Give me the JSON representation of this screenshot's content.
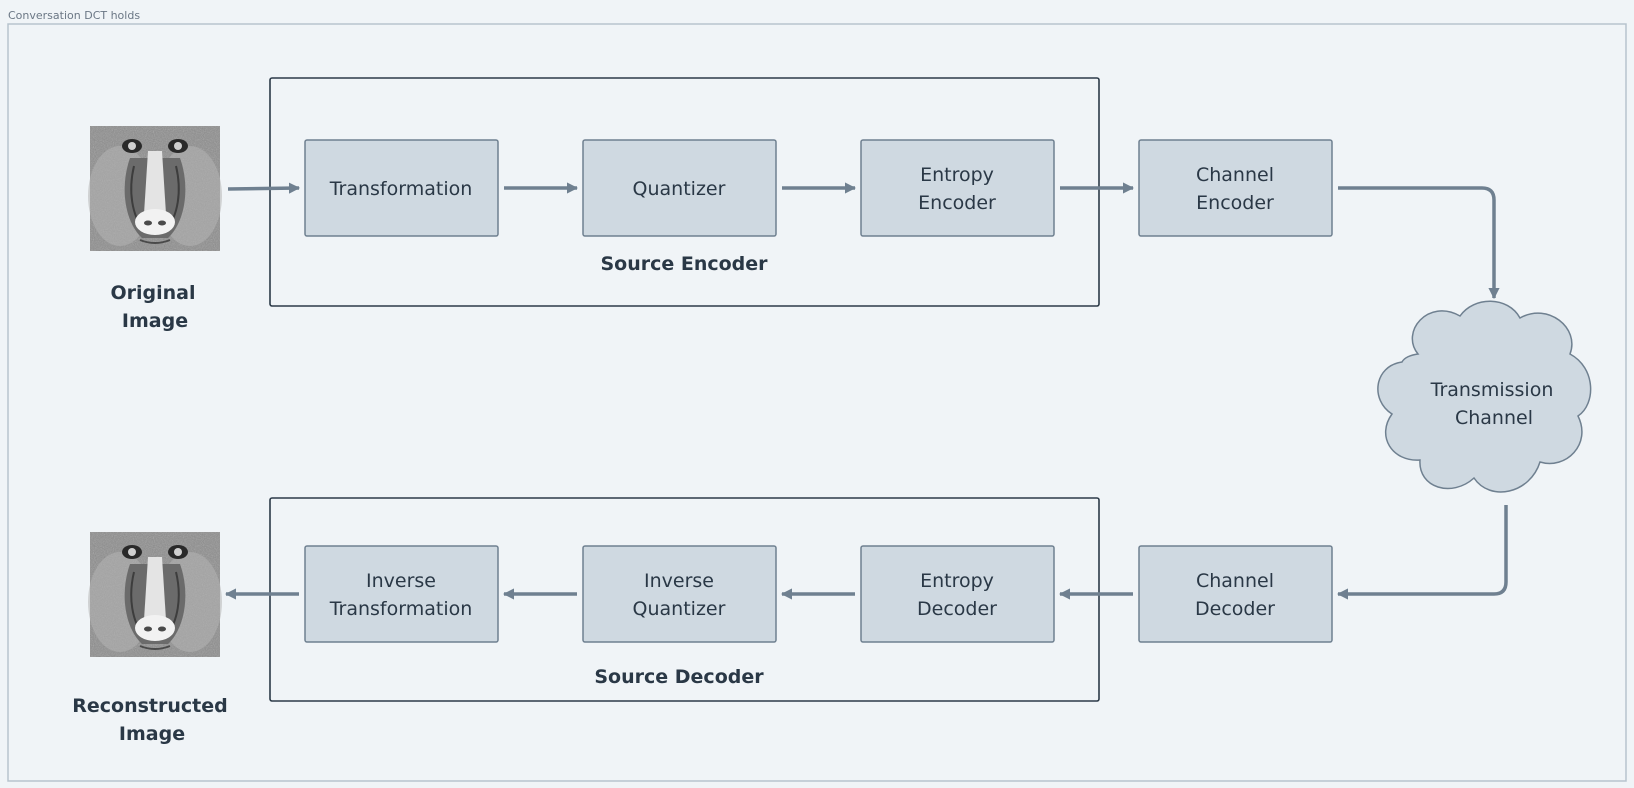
{
  "frame": {
    "title": "Conversation DCT holds"
  },
  "images": {
    "original": {
      "label_line1": "Original",
      "label_line2": "Image"
    },
    "reconstructed": {
      "label_line1": "Reconstructed",
      "label_line2": "Image"
    }
  },
  "encoder": {
    "group_label": "Source Encoder",
    "transformation": {
      "line1": "Transformation"
    },
    "quantizer": {
      "line1": "Quantizer"
    },
    "entropy_encoder": {
      "line1": "Entropy",
      "line2": "Encoder"
    }
  },
  "channel": {
    "channel_encoder": {
      "line1": "Channel",
      "line2": "Encoder"
    },
    "transmission": {
      "line1": "Transmission",
      "line2": "Channel"
    },
    "channel_decoder": {
      "line1": "Channel",
      "line2": "Decoder"
    }
  },
  "decoder": {
    "group_label": "Source Decoder",
    "entropy_decoder": {
      "line1": "Entropy",
      "line2": "Decoder"
    },
    "inverse_quantizer": {
      "line1": "Inverse",
      "line2": "Quantizer"
    },
    "inverse_transformation": {
      "line1": "Inverse",
      "line2": "Transformation"
    }
  },
  "colors": {
    "background": "#f0f4f7",
    "node_fill": "#cfd9e1",
    "node_stroke": "#6f8090",
    "group_stroke": "#2c3a48",
    "text": "#2a3846"
  }
}
